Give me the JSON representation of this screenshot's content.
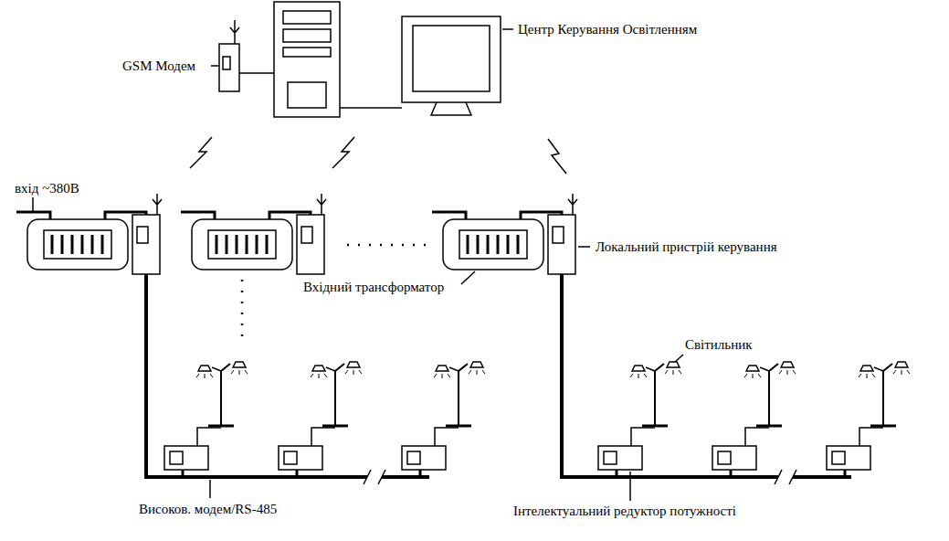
{
  "diagram": {
    "labels": [
      "GSM Модем",
      "Центр Керування Освітленням",
      "вхід ~380В",
      "Локальний пристрій керування",
      "Вхідний трансформатор",
      "Світильник",
      "Високов. модем/RS-485",
      "Інтелектуальний редуктор потужності"
    ]
  }
}
